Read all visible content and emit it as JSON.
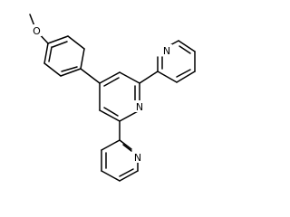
{
  "molecule": {
    "atoms": [
      {
        "id": "O1",
        "element": "O",
        "label": "O"
      },
      {
        "id": "N_top",
        "element": "N",
        "label": "N"
      },
      {
        "id": "N_mid",
        "element": "N",
        "label": "N"
      },
      {
        "id": "N_bot",
        "element": "N",
        "label": "N"
      }
    ]
  },
  "colors": {
    "bond": "#000000",
    "background": "#ffffff"
  }
}
